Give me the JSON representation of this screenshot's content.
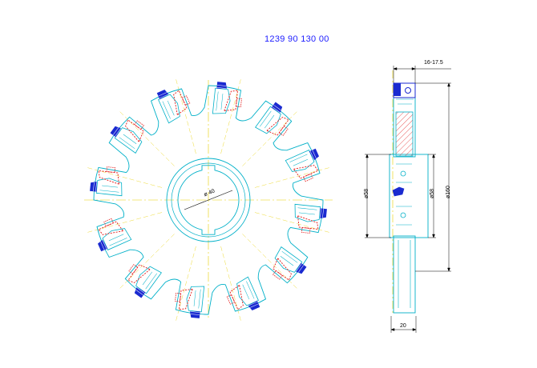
{
  "part_number": "1239 90 130 00",
  "front_view": {
    "bore_label": "ø 40",
    "tooth_count": 12
  },
  "side_view": {
    "width_top_label": "16-17.5",
    "width_bottom_label": "20",
    "dia_left_label": "ø58",
    "dia_right_label": "ø58",
    "dia_outer_label": "ø160"
  },
  "colors": {
    "outline": "#00b0c8",
    "centerline": "#e8d000",
    "insert": "#e01818",
    "clamp": "#1a2ad0",
    "dimension": "#000000"
  }
}
